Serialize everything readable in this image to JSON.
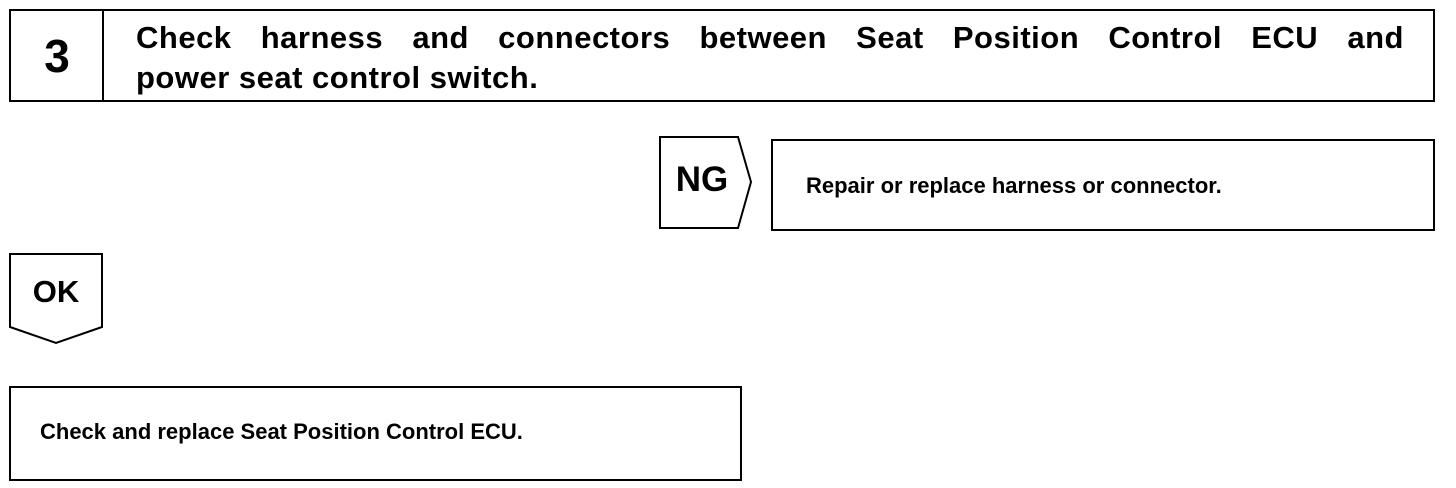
{
  "step": {
    "number": "3",
    "title_line1": "Check harness and connectors between Seat Position Control ECU and",
    "title_line2": "power seat control switch."
  },
  "ng_branch": {
    "label": "NG",
    "result": "Repair or replace harness or connector."
  },
  "ok_branch": {
    "label": "OK",
    "result": "Check and replace Seat Position Control ECU."
  }
}
